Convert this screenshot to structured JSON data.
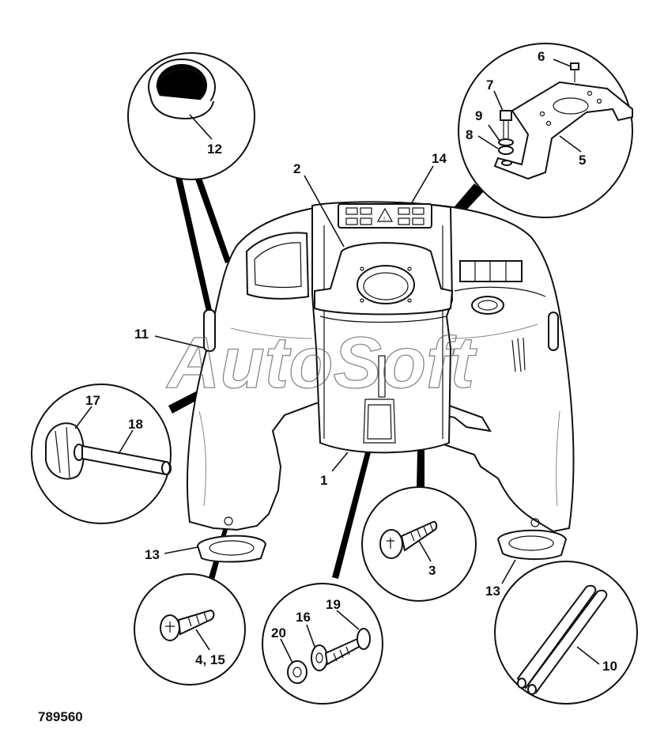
{
  "figure_number": "789560",
  "watermark": "AutoSoft",
  "part_labels": {
    "p1": "1",
    "p2": "2",
    "p3": "3",
    "p4_15": "4, 15",
    "p5": "5",
    "p6": "6",
    "p7": "7",
    "p8": "8",
    "p9": "9",
    "p10": "10",
    "p11": "11",
    "p12": "12",
    "p13_left": "13",
    "p13_right": "13",
    "p14": "14",
    "p16": "16",
    "p17": "17",
    "p18": "18",
    "p19": "19",
    "p20": "20"
  },
  "icons": [
    "warning-triangle-icon"
  ]
}
